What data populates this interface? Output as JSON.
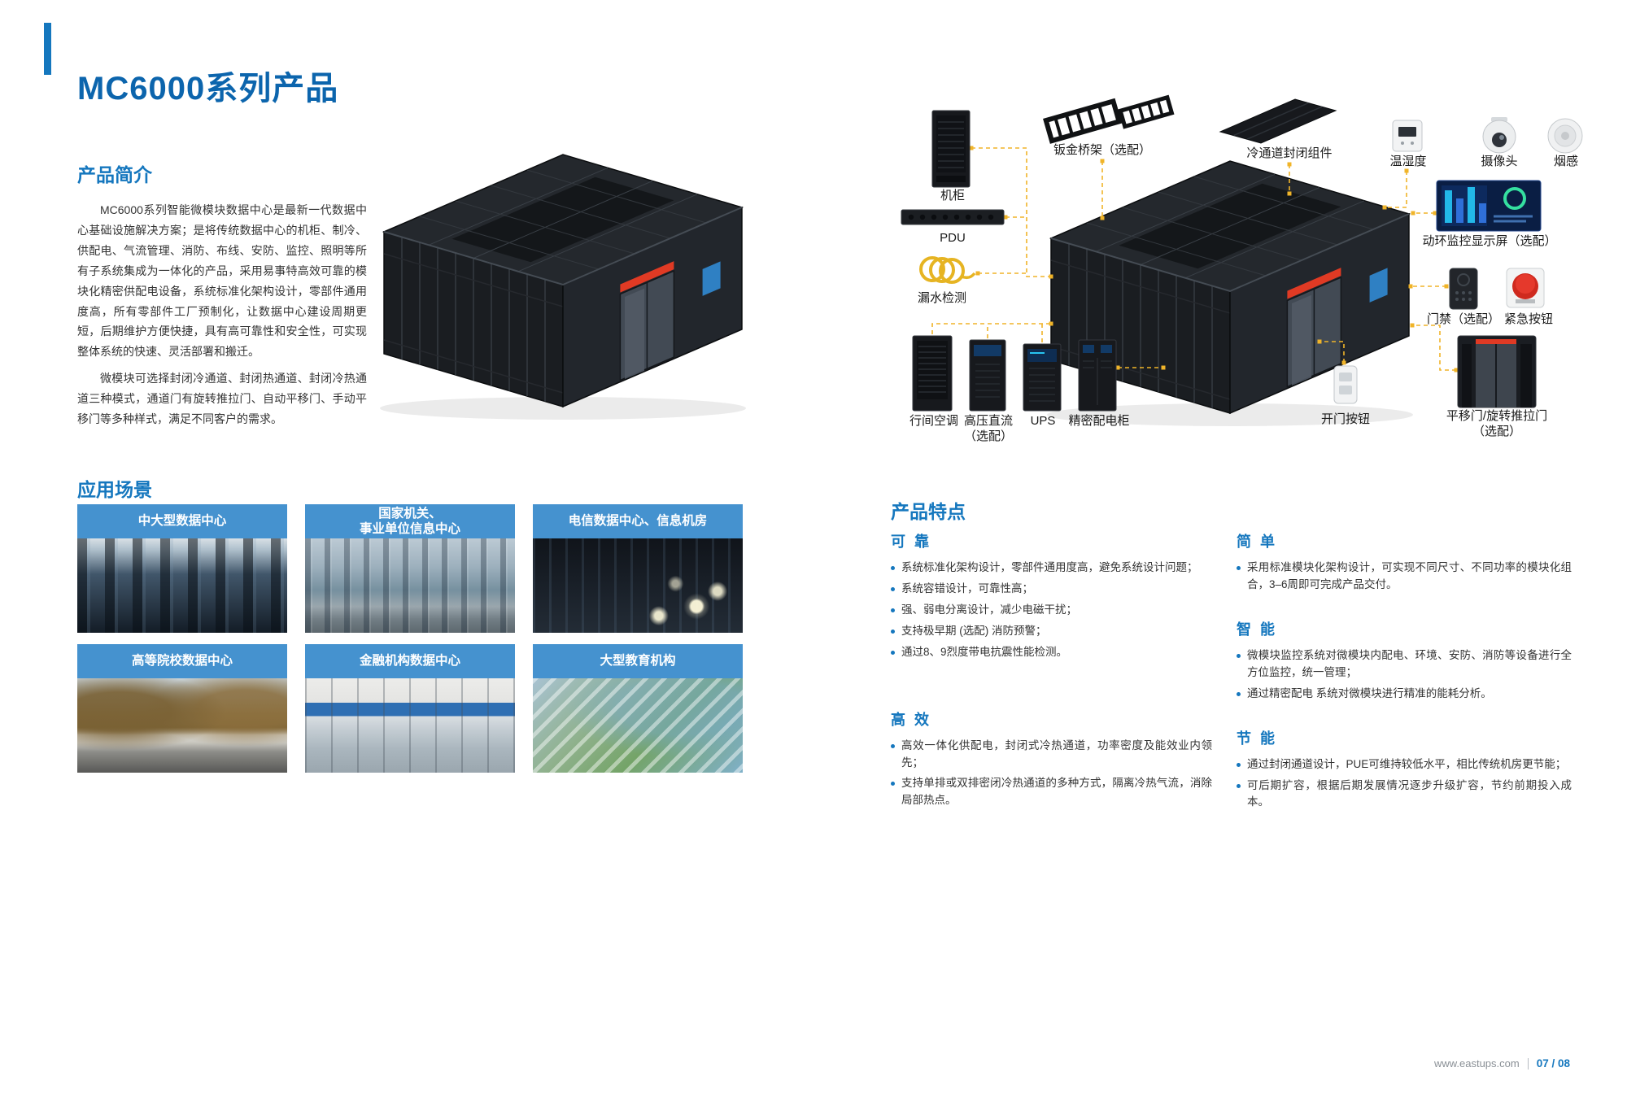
{
  "page": {
    "title": "MC6000系列产品",
    "footer": {
      "site": "www.eastups.com",
      "page_no": "07 / 08"
    }
  },
  "intro": {
    "heading": "产品简介",
    "para1": "MC6000系列智能微模块数据中心是最新一代数据中心基础设施解决方案；是将传统数据中心的机柜、制冷、供配电、气流管理、消防、布线、安防、监控、照明等所有子系统集成为一体化的产品，采用易事特高效可靠的模块化精密供配电设备，系统标准化架构设计，零部件通用度高，所有零部件工厂预制化，让数据中心建设周期更短，后期维护方便快捷，具有高可靠性和安全性，可实现整体系统的快速、灵活部署和搬迁。",
    "para2": "微模块可选择封闭冷通道、封闭热通道、封闭冷热通道三种模式，通道门有旋转推拉门、自动平移门、手动平移门等多种样式，满足不同客户的需求。"
  },
  "scenarios": {
    "heading": "应用场景",
    "cards": [
      {
        "label": "中大型数据中心",
        "label2": ""
      },
      {
        "label": "国家机关、",
        "label2": "事业单位信息中心"
      },
      {
        "label": "电信数据中心、信息机房",
        "label2": ""
      },
      {
        "label": "高等院校数据中心",
        "label2": ""
      },
      {
        "label": "金融机构数据中心",
        "label2": ""
      },
      {
        "label": "大型教育机构",
        "label2": ""
      }
    ]
  },
  "diagram": {
    "labels": {
      "cabinet": "机柜",
      "pdu": "PDU",
      "leak_detect": "漏水检测",
      "row_aircon": "行间空调",
      "hvdc": "高压直流",
      "hvdc_opt": "（选配）",
      "ups": "UPS",
      "pdc": "精密配电柜",
      "bridge": "钣金桥架（选配）",
      "cold_aisle": "冷通道封闭组件",
      "temp_humidity": "温湿度",
      "camera": "摄像头",
      "smoke": "烟感",
      "monitor_screen": "动环监控显示屏（选配）",
      "access_control": "门禁（选配）",
      "emergency": "紧急按钮",
      "door_button": "开门按钮",
      "sliding_door": "平移门/旋转推拉门",
      "sliding_door_opt": "（选配）"
    }
  },
  "features": {
    "heading": "产品特点",
    "groups": [
      {
        "title": "可 靠",
        "bullets": [
          "系统标准化架构设计，零部件通用度高，避免系统设计问题；",
          "系统容错设计，可靠性高；",
          "强、弱电分离设计，减少电磁干扰；",
          "支持极早期 (选配) 消防预警；",
          "通过8、9烈度带电抗震性能检测。"
        ]
      },
      {
        "title": "高 效",
        "bullets": [
          "高效一体化供配电，封闭式冷热通道，功率密度及能效业内领先；",
          "支持单排或双排密闭冷热通道的多种方式，隔离冷热气流，消除局部热点。"
        ]
      },
      {
        "title": "简 单",
        "bullets": [
          "采用标准模块化架构设计，可实现不同尺寸、不同功率的模块化组合，3–6周即可完成产品交付。"
        ]
      },
      {
        "title": "智 能",
        "bullets": [
          "微模块监控系统对微模块内配电、环境、安防、消防等设备进行全方位监控，统一管理；",
          "通过精密配电 系统对微模块进行精准的能耗分析。"
        ]
      },
      {
        "title": "节 能",
        "bullets": [
          "通过封闭通道设计，PUE可维持较低水平，相比传统机房更节能；",
          "可后期扩容，根据后期发展情况逐步升级扩容，节约前期投入成本。"
        ]
      }
    ]
  },
  "colors": {
    "accent_blue": "#1577be",
    "title_blue": "#0c65ad",
    "card_header_blue": "#4592cf",
    "connector_yellow": "#f0b429"
  }
}
